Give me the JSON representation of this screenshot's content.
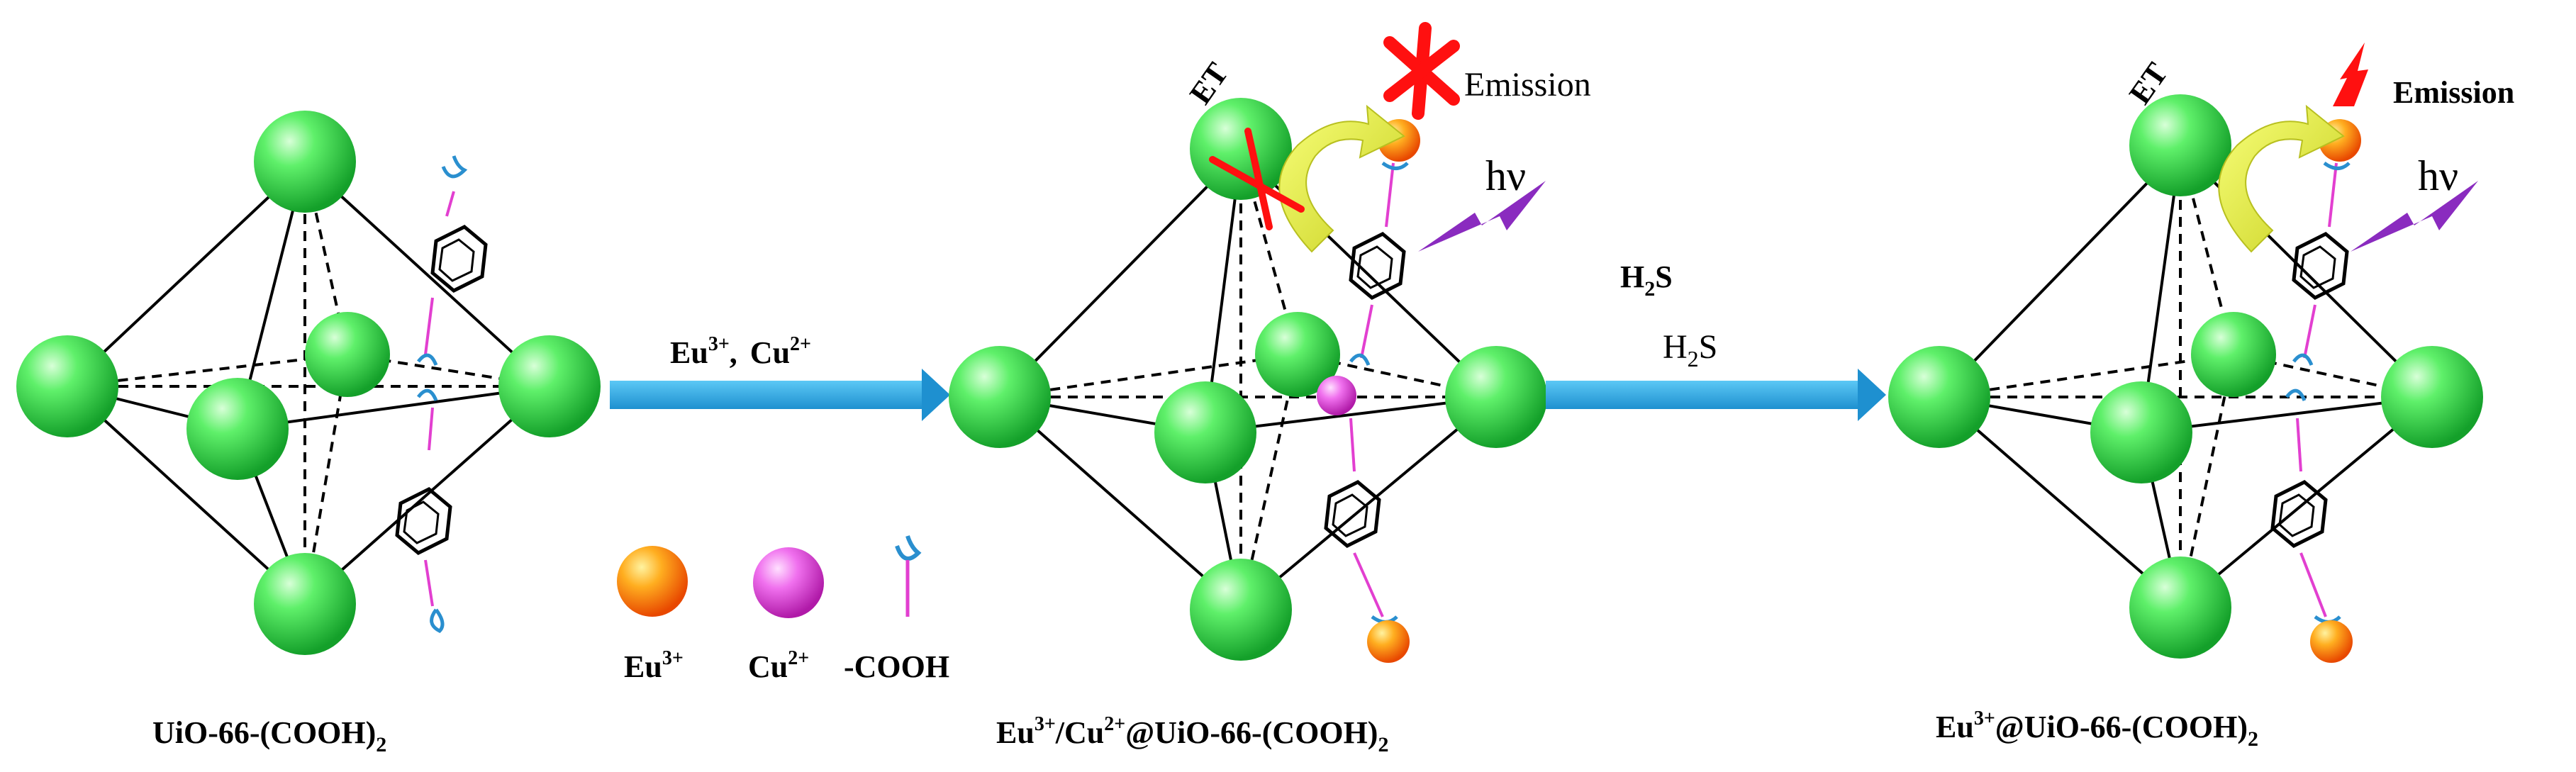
{
  "panels": {
    "left": {
      "title_main": "UiO-66-(COOH)",
      "title_sub": "2"
    },
    "middle": {
      "title_main": "Eu",
      "title_sup1": "3+",
      "title_mid": "/Cu",
      "title_sup2": "2+",
      "title_tail": "@UiO-66-(COOH)",
      "title_sub": "2",
      "et_label": "ET",
      "emission_label": "Emission",
      "hv_label": "hν"
    },
    "right": {
      "title_main": "Eu",
      "title_sup1": "3+",
      "title_tail": "@UiO-66-(COOH)",
      "title_sub": "2",
      "et_label": "ET",
      "emission_label": "Emission",
      "hv_label": "hν"
    }
  },
  "arrow1": {
    "label_a": "Eu",
    "label_a_sup": "3+",
    "label_sep": ",",
    "label_b": "Cu",
    "label_b_sup": "2+"
  },
  "arrow2": {
    "label_top_main": "H",
    "label_top_sub": "2",
    "label_top_tail": "S",
    "label_main": "H",
    "label_sub": "2",
    "label_tail": "S"
  },
  "legend": {
    "eu": {
      "label": "Eu",
      "sup": "3+"
    },
    "cu": {
      "label": "Cu",
      "sup": "2+"
    },
    "cooh": {
      "label": "-COOH"
    }
  },
  "colors": {
    "node_green": "#2fd84a",
    "arrow_blue": "#29a9e0",
    "linker_magenta": "#e23fd0",
    "eu_orange": "#ff7f00",
    "cu_pink": "#e04ad8",
    "hv_purple": "#8a2bbf",
    "emission_red": "#ff1010",
    "et_yellow": "#e6f03a"
  }
}
